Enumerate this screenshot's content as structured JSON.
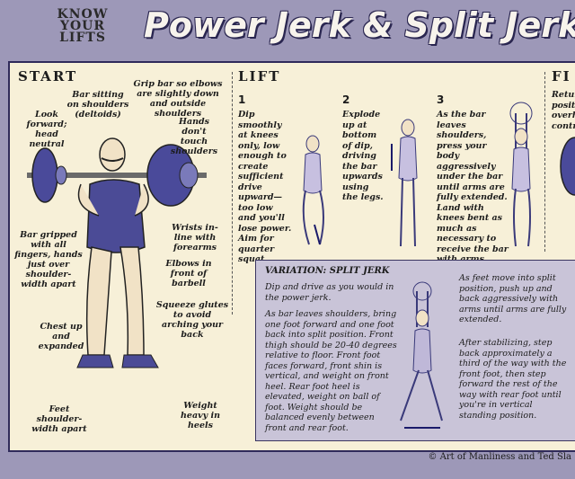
{
  "logo": {
    "line1": "KNOW",
    "line2": "YOUR",
    "line3": "LIFTS"
  },
  "title": "Power Jerk & Split Jerk",
  "sections": {
    "start": "START",
    "lift": "LIFT",
    "finish": "FI"
  },
  "start_labels": {
    "bar_sitting": "Bar sitting on shoulders (deltoids)",
    "grip_bar": "Grip bar so elbows are slightly down and outside shoulders",
    "look_forward": "Look forward; head neutral",
    "hands_dont_touch": "Hands don't touch shoulders",
    "wrists": "Wrists in-line with forearms",
    "bar_gripped": "Bar gripped with all fingers, hands just over shoulder-width apart",
    "elbows": "Elbows in front of barbell",
    "squeeze": "Squeeze glutes to avoid arching your back",
    "chest": "Chest up and expanded",
    "feet": "Feet shoulder-width apart",
    "weight": "Weight heavy in heels"
  },
  "steps": [
    {
      "num": "1",
      "text": "Dip smoothly at knees only, low enough to create sufficient drive upward— too low and you'll lose power. Aim for quarter squat."
    },
    {
      "num": "2",
      "text": "Explode up at bottom of dip, driving the bar upwards using the legs."
    },
    {
      "num": "3",
      "text": "As the bar leaves shoulders, press your body aggressively under the bar until arms are fully extended. Land with knees bent as much as necessary to receive the bar with arms locked out."
    }
  ],
  "finish_text": {
    "line1": "Retur",
    "line2": "positi",
    "line3": "overh",
    "line4": "contro"
  },
  "variation": {
    "title": "VARIATION: SPLIT JERK",
    "p1": "Dip and drive as you would in the power jerk.",
    "p2": "As bar leaves shoulders, bring one foot forward and one foot back into split position. Front thigh should be 20-40 degrees relative to floor. Front foot faces forward, front shin is vertical, and weight on front heel. Rear foot heel is elevated, weight on ball of foot. Weight should be balanced evenly between front and rear foot.",
    "p3": "As feet move into split position, push up and back aggressively with arms until arms are fully extended.",
    "p4": "After stabilizing, step back approximately a third of the way with the front foot, then step forward the rest of the way with rear foot until you're in vertical standing position."
  },
  "credit": "© Art of Manliness and Ted Sla",
  "colors": {
    "background": "#9d98b8",
    "panel": "#f7f0d8",
    "plate": "#4a4a9a",
    "variation_box": "#c9c4d8",
    "figure": "#3a3a7a"
  }
}
